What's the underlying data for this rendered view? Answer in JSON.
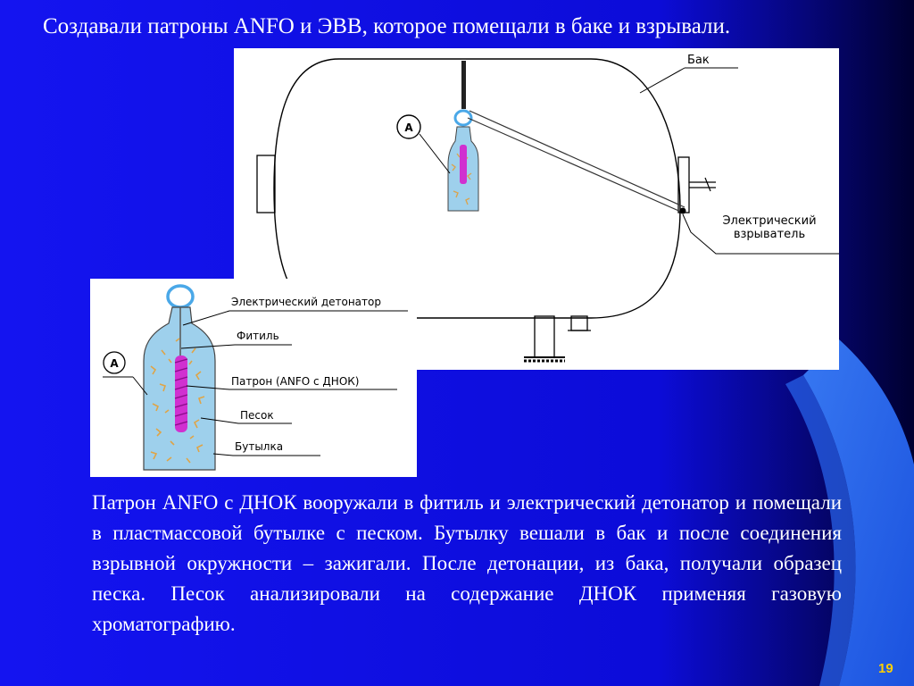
{
  "slide": {
    "title": "Создавали патроны ANFO и ЭВВ, которое помещали в баке и взрывали.",
    "body": "Патрон ANFO с ДНОК вооружали в фитиль и электрический детонатор и помещали в пластмассовой бутылке с песком. Бутылку вешали в бак и после соединения взрывной окружности – зажигали. После детонации, из бака, получали образец песка. Песок анализировали на содержание ДНОК применяя газовую хроматографию.",
    "page_number": "19"
  },
  "tank_diagram": {
    "label_tank": "Бак",
    "label_igniter_line1": "Электрический",
    "label_igniter_line2": "взрыватель",
    "marker": "A"
  },
  "bottle_diagram": {
    "marker": "A",
    "label_detonator": "Электрический детонатор",
    "label_fuse": "Фитиль",
    "label_cartridge": "Патрон (ANFO с ДНОК)",
    "label_sand": "Песок",
    "label_bottle": "Бутылка"
  },
  "colors": {
    "background": "#1010e8",
    "text": "#ffffff",
    "page_number": "#ffd000",
    "bottle_fill": "#9ed0ec",
    "cartridge": "#d030d0",
    "ring": "#4aa8e8"
  }
}
